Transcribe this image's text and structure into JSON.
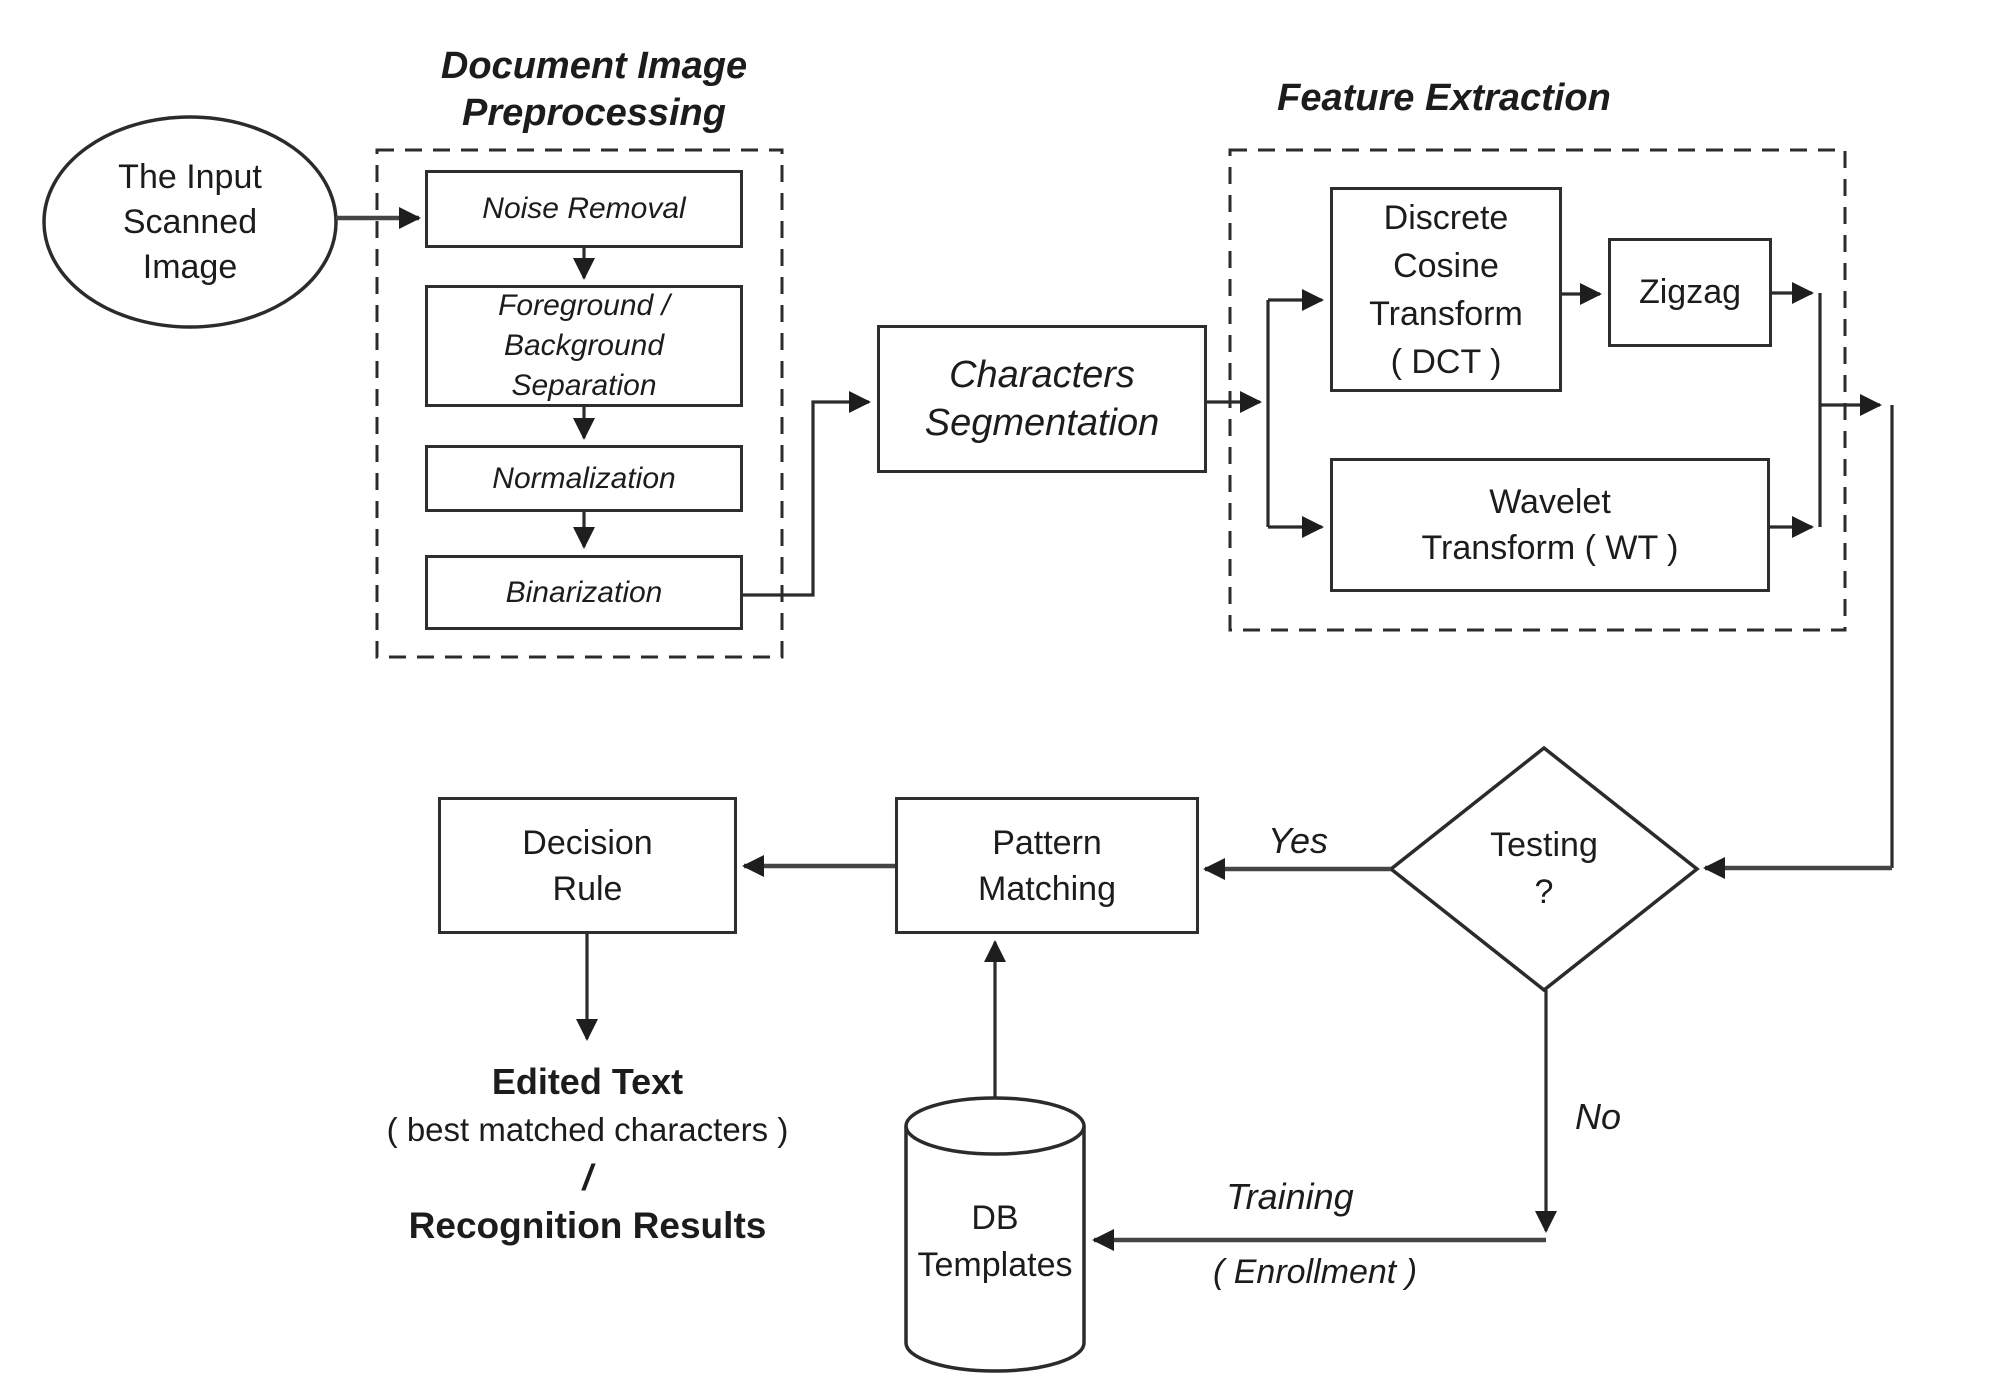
{
  "titles": {
    "preprocessing": "Document Image\nPreprocessing",
    "feature_extraction": "Feature Extraction"
  },
  "nodes": {
    "input_scanned_image": "The Input\nScanned\nImage",
    "noise_removal": "Noise Removal",
    "foreground_background_separation": "Foreground /\nBackground\nSeparation",
    "normalization": "Normalization",
    "binarization": "Binarization",
    "characters_segmentation": "Characters\nSegmentation",
    "dct": "Discrete\nCosine\nTransform\n( DCT )",
    "zigzag": "Zigzag",
    "wavelet_transform": "Wavelet\nTransform ( WT )",
    "testing": "Testing\n?",
    "pattern_matching": "Pattern\nMatching",
    "decision_rule": "Decision\nRule",
    "db_templates": "DB\nTemplates"
  },
  "edge_labels": {
    "yes": "Yes",
    "no": "No",
    "training": "Training",
    "enrollment": "( Enrollment )"
  },
  "output_block": {
    "edited_text": "Edited Text",
    "best_matched": "( best matched characters )",
    "slash": "/",
    "recognition_results": "Recognition Results"
  },
  "colors": {
    "background": "#ffffff",
    "line": "#2b2b2b",
    "thick_line": "#454545",
    "text": "#1c1c1c",
    "arrowhead": "#1e1e1e"
  }
}
